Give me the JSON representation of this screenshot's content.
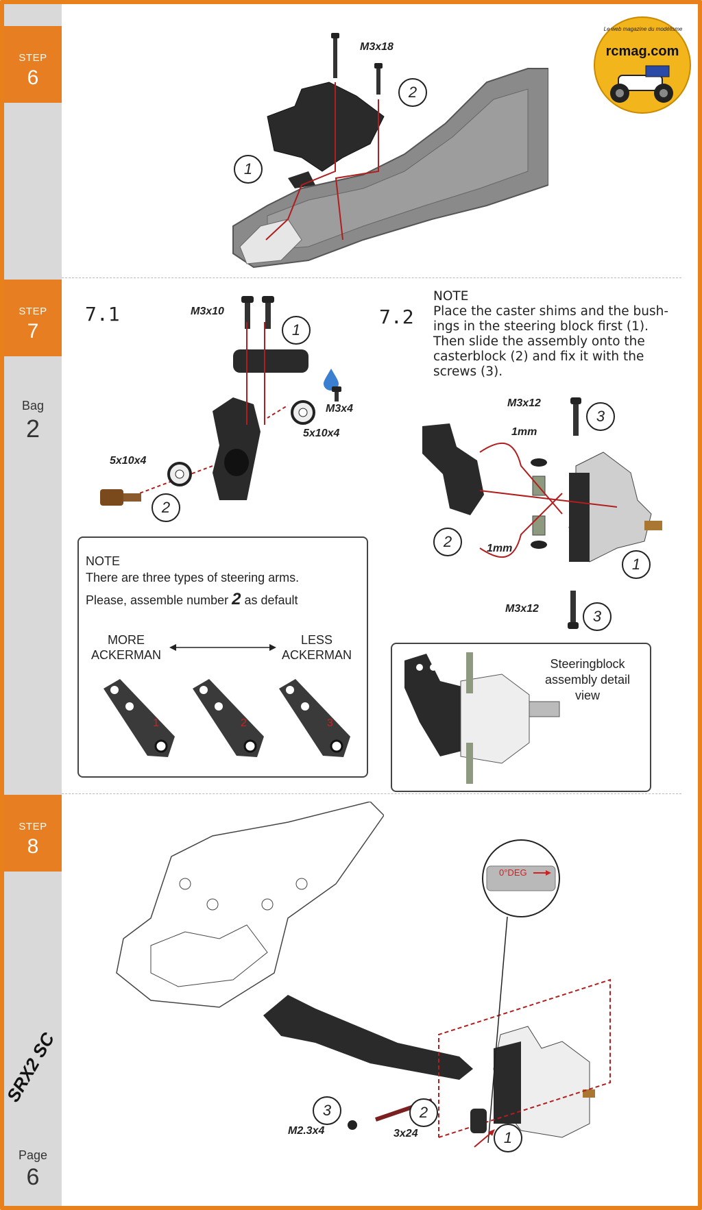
{
  "logo": {
    "site": "rcmag.com",
    "tagline": "Le web magazine du modélisme"
  },
  "steps": [
    {
      "label": "STEP",
      "number": "6"
    },
    {
      "label": "STEP",
      "number": "7"
    },
    {
      "label": "STEP",
      "number": "8"
    }
  ],
  "bag": {
    "label": "Bag",
    "number": "2"
  },
  "page": {
    "label": "Page",
    "number": "6"
  },
  "brand_mark": "SRX2 SC",
  "step6": {
    "screw1": "M3x18",
    "callouts": [
      "1",
      "2"
    ]
  },
  "step7": {
    "sub1": "7.1",
    "sub2": "7.2",
    "parts_71": {
      "screw": "M3x10",
      "screw_small": "M3x4",
      "bearing_right": "5x10x4",
      "bearing_left": "5x10x4",
      "callouts": [
        "1",
        "2"
      ]
    },
    "note_72": {
      "title": "NOTE",
      "lines": [
        "Place the caster shims and the bush-",
        "ings in the steering block first (1).",
        "Then slide the assembly onto the",
        "casterblock (2) and fix it with the",
        "screws (3)."
      ]
    },
    "parts_72": {
      "screw_top": "M3x12",
      "shim_top": "1mm",
      "shim_bottom": "1mm",
      "screw_bottom": "M3x12",
      "callouts": [
        "3",
        "2",
        "1",
        "3"
      ]
    },
    "note_arms": {
      "title": "NOTE",
      "line1": "There are three types of steering arms.",
      "line2_a": "Please, assemble number",
      "line2_num": "2",
      "line2_b": "as default",
      "more_line1": "MORE",
      "more_line2": "ACKERMAN",
      "less_line1": "LESS",
      "less_line2": "ACKERMAN",
      "arm_numbers": [
        "1",
        "2",
        "3"
      ]
    },
    "detail_box": {
      "line1": "Steeringblock",
      "line2": "assembly detail",
      "line3": "view"
    }
  },
  "step8": {
    "insert_label": "0°DEG",
    "screw": "M2.3x4",
    "pin": "3x24",
    "callouts": [
      "3",
      "2",
      "1"
    ]
  },
  "colors": {
    "accent": "#e87e22",
    "sidebar": "#d9d9d9",
    "callout_line": "#b01e1e",
    "chassis_grey": "#8a8a8a",
    "part_black": "#2a2a2a"
  }
}
